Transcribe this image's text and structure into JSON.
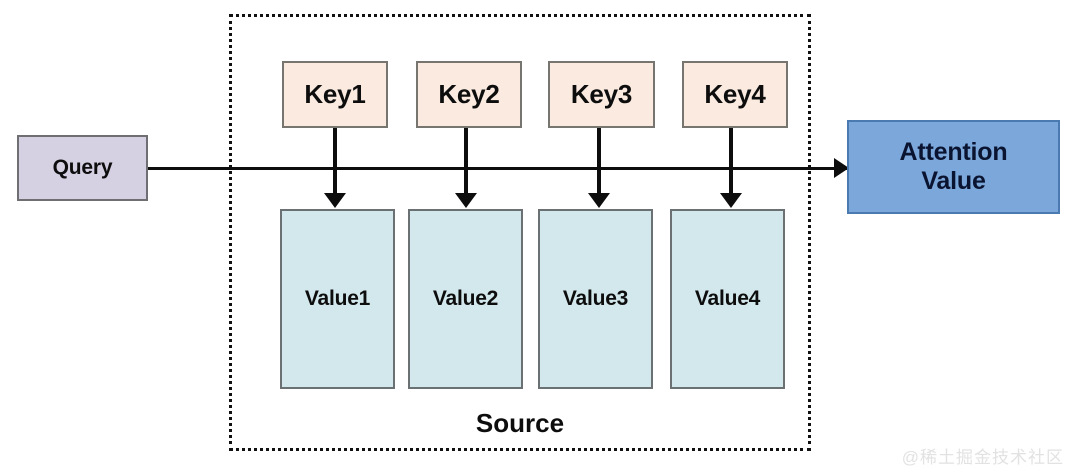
{
  "diagram": {
    "title": "Attention mechanism Query-Key-Value diagram",
    "query": {
      "label": "Query",
      "color": "#d6d0e3"
    },
    "source": {
      "label": "Source",
      "border_style": "dotted",
      "border_color": "#111111"
    },
    "keys": [
      {
        "label": "Key1",
        "color": "#faeae0"
      },
      {
        "label": "Key2",
        "color": "#faeae0"
      },
      {
        "label": "Key3",
        "color": "#faeae0"
      },
      {
        "label": "Key4",
        "color": "#faeae0"
      }
    ],
    "values": [
      {
        "label": "Value1",
        "color": "#d2e8ec"
      },
      {
        "label": "Value2",
        "color": "#d2e8ec"
      },
      {
        "label": "Value3",
        "color": "#d2e8ec"
      },
      {
        "label": "Value4",
        "color": "#d2e8ec"
      }
    ],
    "output": {
      "label": "Attention\nValue",
      "line1": "Attention",
      "line2": "Value",
      "color": "#7ba7db"
    },
    "connectors": {
      "query_to_output": "horizontal-arrow",
      "key_to_value": "vertical-arrow"
    }
  },
  "watermark": {
    "text": "@稀土掘金技术社区"
  }
}
